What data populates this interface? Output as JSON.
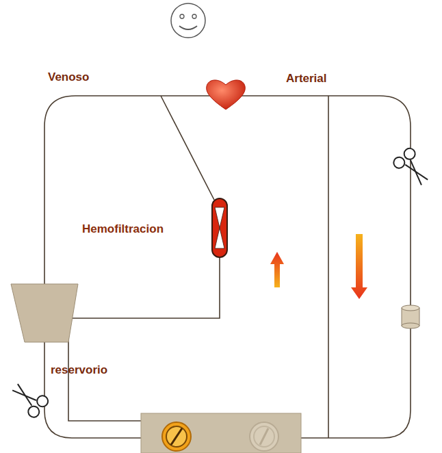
{
  "diagram": {
    "labels": [
      "Venoso",
      "Arterial",
      "Hemofiltracion",
      "reservorio"
    ]
  }
}
